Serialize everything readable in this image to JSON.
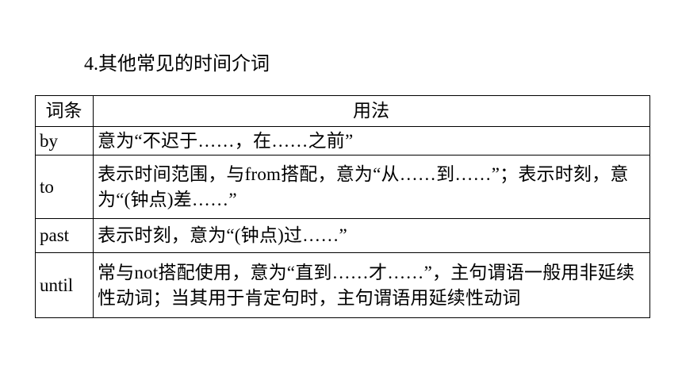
{
  "heading": "4.其他常见的时间介词",
  "table": {
    "headers": {
      "term": "词条",
      "usage": "用法"
    },
    "rows": [
      {
        "term": "by",
        "usage": "意为“不迟于……，在……之前”"
      },
      {
        "term": "to",
        "usage": "表示时间范围，与from搭配，意为“从……到……”；表示时刻，意为“(钟点)差……”"
      },
      {
        "term": "past",
        "usage": "表示时刻，意为“(钟点)过……”"
      },
      {
        "term": "until",
        "usage": "常与not搭配使用，意为“直到……才……”，主句谓语一般用非延续性动词；当其用于肯定句时，主句谓语用延续性动词"
      }
    ]
  }
}
